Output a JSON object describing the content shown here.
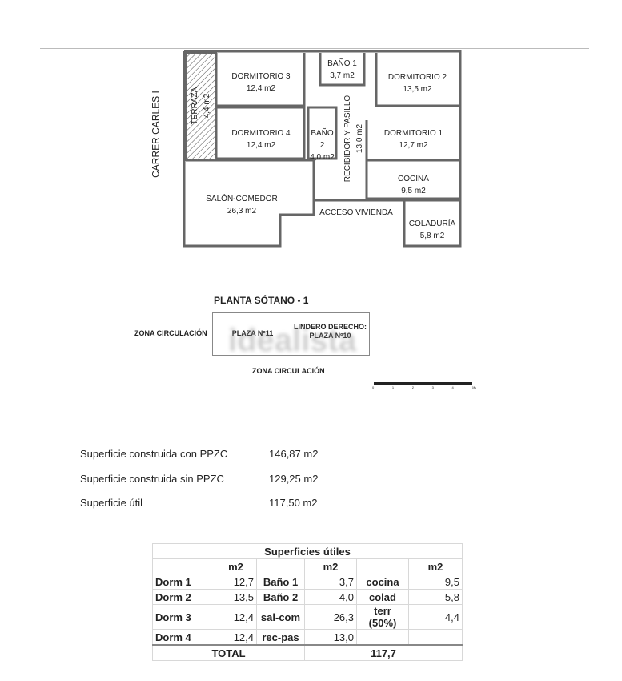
{
  "street": "CARRER CARLES I",
  "rooms": {
    "terraza": {
      "name": "TERRAZA",
      "area": "4,4 m2"
    },
    "dorm3": {
      "name": "DORMITORIO 3",
      "area": "12,4 m2"
    },
    "bano1": {
      "name": "BAÑO 1",
      "area": "3,7 m2"
    },
    "dorm2": {
      "name": "DORMITORIO 2",
      "area": "13,5 m2"
    },
    "dorm4": {
      "name": "DORMITORIO 4",
      "area": "12,4 m2"
    },
    "bano2": {
      "name": "BAÑO 2",
      "area": "4,0 m2"
    },
    "recibidor": {
      "name": "RECIBIDOR Y PASILLO",
      "area": "13,0 m2"
    },
    "dorm1": {
      "name": "DORMITORIO 1",
      "area": "12,7 m2"
    },
    "cocina": {
      "name": "COCINA",
      "area": "9,5 m2"
    },
    "salon": {
      "name": "SALÓN-COMEDOR",
      "area": "26,3 m2"
    },
    "acceso": {
      "name": "ACCESO VIVIENDA"
    },
    "coladuria": {
      "name": "COLADURÍA",
      "area": "5,8 m2"
    }
  },
  "sotano": {
    "title": "PLANTA SÓTANO - 1",
    "zona_left": "ZONA CIRCULACIÓN",
    "plaza": "PLAZA Nº11",
    "lindero": "LINDERO DERECHO: PLAZA Nº10",
    "zona_bottom": "ZONA CIRCULACIÓN",
    "watermark": "idealista",
    "scale": [
      "0",
      "1",
      "2",
      "3",
      "4",
      "5M"
    ]
  },
  "surfaces": [
    {
      "label": "Superficie construida con PPZC",
      "value": "146,87 m2"
    },
    {
      "label": "Superficie construida sin PPZC",
      "value": "129,25 m2"
    },
    {
      "label": "Superficie útil",
      "value": "117,50 m2"
    }
  ],
  "table": {
    "title": "Superficies útiles",
    "unit": "m2",
    "rows": [
      [
        "Dorm 1",
        "12,7",
        "Baño 1",
        "3,7",
        "cocina",
        "9,5"
      ],
      [
        "Dorm 2",
        "13,5",
        "Baño 2",
        "4,0",
        "colad",
        "5,8"
      ],
      [
        "Dorm 3",
        "12,4",
        "sal-com",
        "26,3",
        "terr (50%)",
        "4,4"
      ],
      [
        "Dorm 4",
        "12,4",
        "rec-pas",
        "13,0",
        "",
        ""
      ]
    ],
    "total_label": "TOTAL",
    "total_value": "117,7"
  }
}
